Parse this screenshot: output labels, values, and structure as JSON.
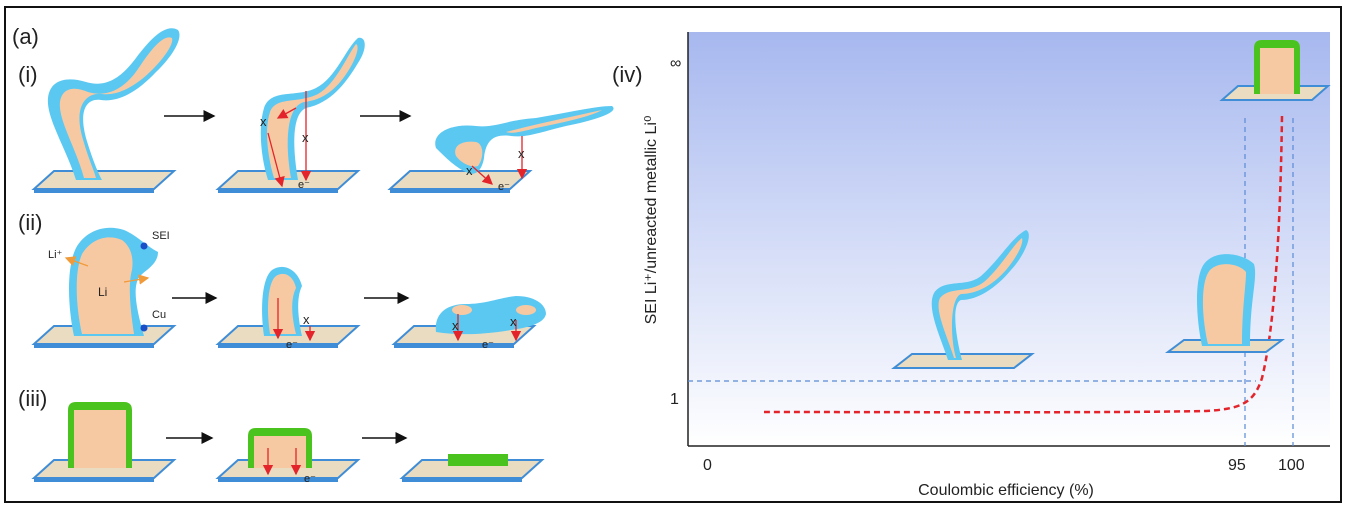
{
  "figure": {
    "label": "(a)",
    "panels": {
      "i": {
        "label": "(i)"
      },
      "ii": {
        "label": "(ii)",
        "annotations": {
          "sei": "SEI",
          "li_ion": "Li⁺",
          "li": "Li",
          "cu": "Cu",
          "electron": "e⁻"
        }
      },
      "iii": {
        "label": "(iii)"
      },
      "iv": {
        "label": "(iv)"
      }
    },
    "markers": {
      "block": "x",
      "electron": "e⁻"
    }
  },
  "chart_data": {
    "type": "line",
    "xlabel": "Coulombic efficiency (%)",
    "ylabel": "SEI Li⁺/unreacted metallic Li⁰",
    "x_ticks": [
      "0",
      "95",
      "100"
    ],
    "y_ticks": [
      "1",
      "∞"
    ],
    "series": [
      {
        "style": "dashed",
        "color": "#e3242b",
        "x": [
          10,
          50,
          80,
          90,
          93,
          95,
          96.5,
          97.5,
          98.2,
          98.6
        ],
        "y": [
          "0.7",
          "0.7",
          "0.71",
          "0.73",
          "0.76",
          "0.85",
          "1.2",
          "2.5",
          "6",
          "∞"
        ]
      }
    ],
    "reference_lines": {
      "vertical_x": [
        95,
        100
      ],
      "horizontal_y": 1
    },
    "background": "gradient #a7b8ef → #ffffff"
  },
  "colors": {
    "sei": "#5bc8f2",
    "li": "#f7c9a3",
    "artificial_sei": "#4bc31f",
    "substrate_top": "#e9dcc1",
    "substrate_edge": "#3f8dd6",
    "curve": "#e3242b",
    "guide": "#5a8ad6"
  }
}
